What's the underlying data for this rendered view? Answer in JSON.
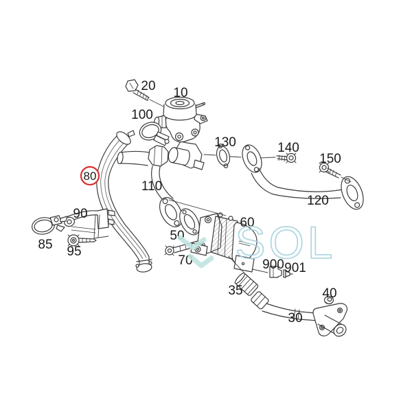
{
  "diagram": {
    "description": "Exploded automotive parts diagram (EGR valve, secondary air pump, pipes and fittings)",
    "watermark": {
      "text": "SOL"
    },
    "highlight": {
      "part_id": "80"
    },
    "colors": {
      "highlight": "#d93030",
      "watermark_text": "#a7d3de",
      "watermark_mark": "#bfe4e0",
      "line": "#333333"
    },
    "parts": [
      {
        "label": "20"
      },
      {
        "label": "10"
      },
      {
        "label": "100"
      },
      {
        "label": "130"
      },
      {
        "label": "140"
      },
      {
        "label": "150"
      },
      {
        "label": "120"
      },
      {
        "label": "80"
      },
      {
        "label": "110"
      },
      {
        "label": "90"
      },
      {
        "label": "85"
      },
      {
        "label": "95"
      },
      {
        "label": "50"
      },
      {
        "label": "70"
      },
      {
        "label": "60"
      },
      {
        "label": "900"
      },
      {
        "label": "901"
      },
      {
        "label": "35"
      },
      {
        "label": "30"
      },
      {
        "label": "40"
      }
    ]
  }
}
